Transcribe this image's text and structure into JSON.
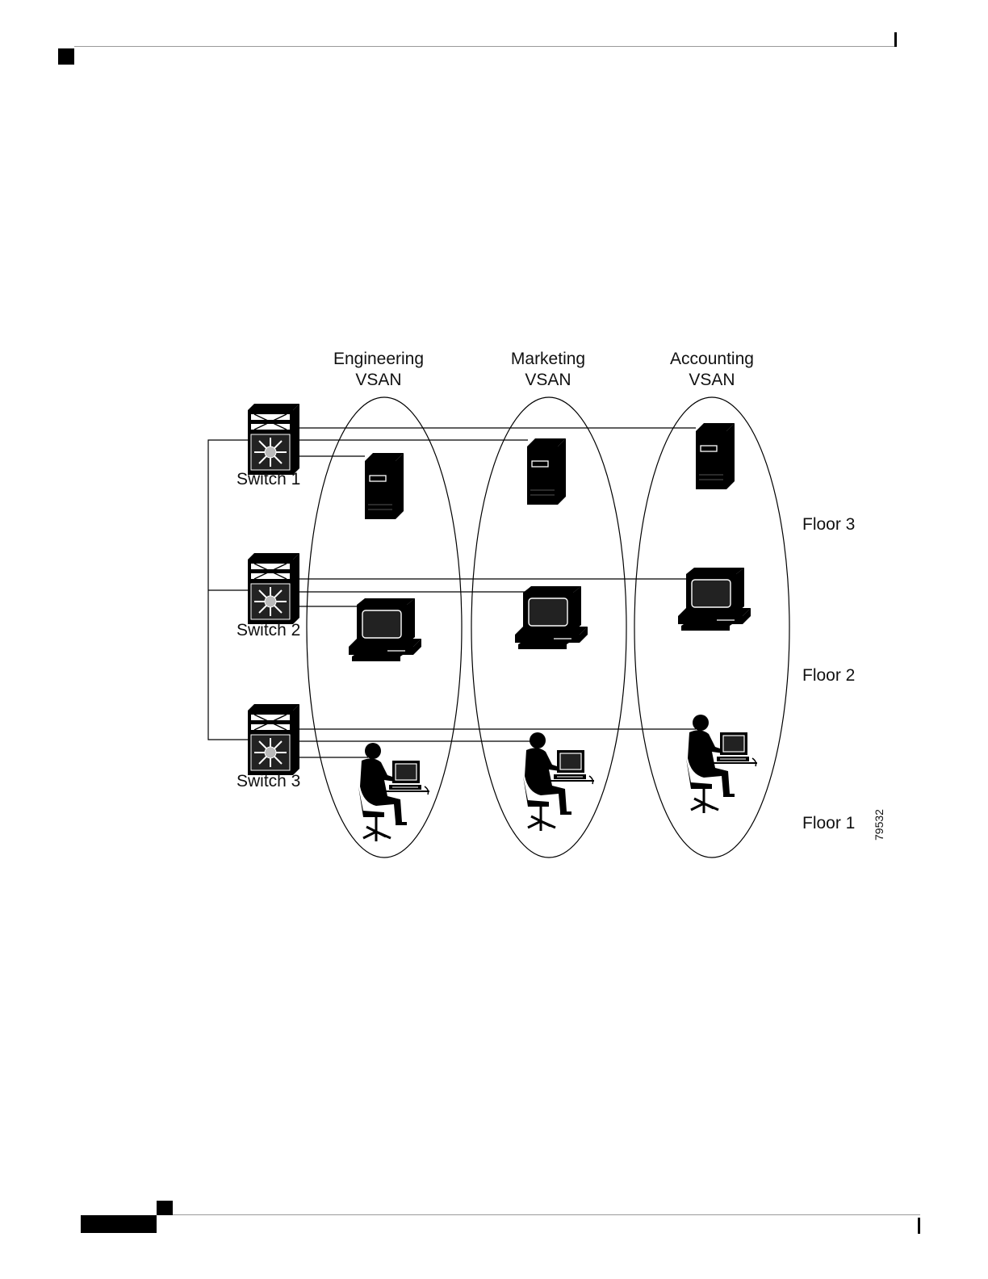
{
  "vsans": [
    {
      "line1": "Engineering",
      "line2": "VSAN"
    },
    {
      "line1": "Marketing",
      "line2": "VSAN"
    },
    {
      "line1": "Accounting",
      "line2": "VSAN"
    }
  ],
  "switches": [
    "Switch 1",
    "Switch 2",
    "Switch 3"
  ],
  "floors": [
    "Floor 3",
    "Floor 2",
    "Floor 1"
  ],
  "figure_id": "79532",
  "icons": {
    "switch": "mds-switch-icon",
    "server": "server-tower-icon",
    "workstation": "workstation-icon",
    "user": "user-at-desk-icon"
  }
}
